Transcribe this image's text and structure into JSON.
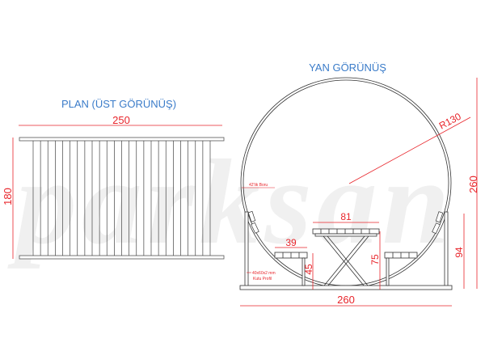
{
  "watermark": "parksan",
  "colors": {
    "title": "#3b7cc9",
    "dimension": "#e8242a",
    "line": "#333333",
    "watermark": "#f0f0f0"
  },
  "plan_view": {
    "title": "PLAN (ÜST GÖRÜNÜŞ)",
    "width_dim": "250",
    "depth_dim": "180",
    "slat_count": 25
  },
  "side_view": {
    "title": "YAN GÖRÜNÜŞ",
    "radius_dim": "R130",
    "total_height_dim": "260",
    "total_width_dim": "260",
    "table_width_dim": "81",
    "table_height_dim": "75",
    "bench_width_dim": "39",
    "bench_height_dim": "45",
    "side_height_dim": "94",
    "pipe_note": "42'lik Boru",
    "profile_note_line1": "40x60x2 mm",
    "profile_note_line2": "Kutu Profil"
  }
}
